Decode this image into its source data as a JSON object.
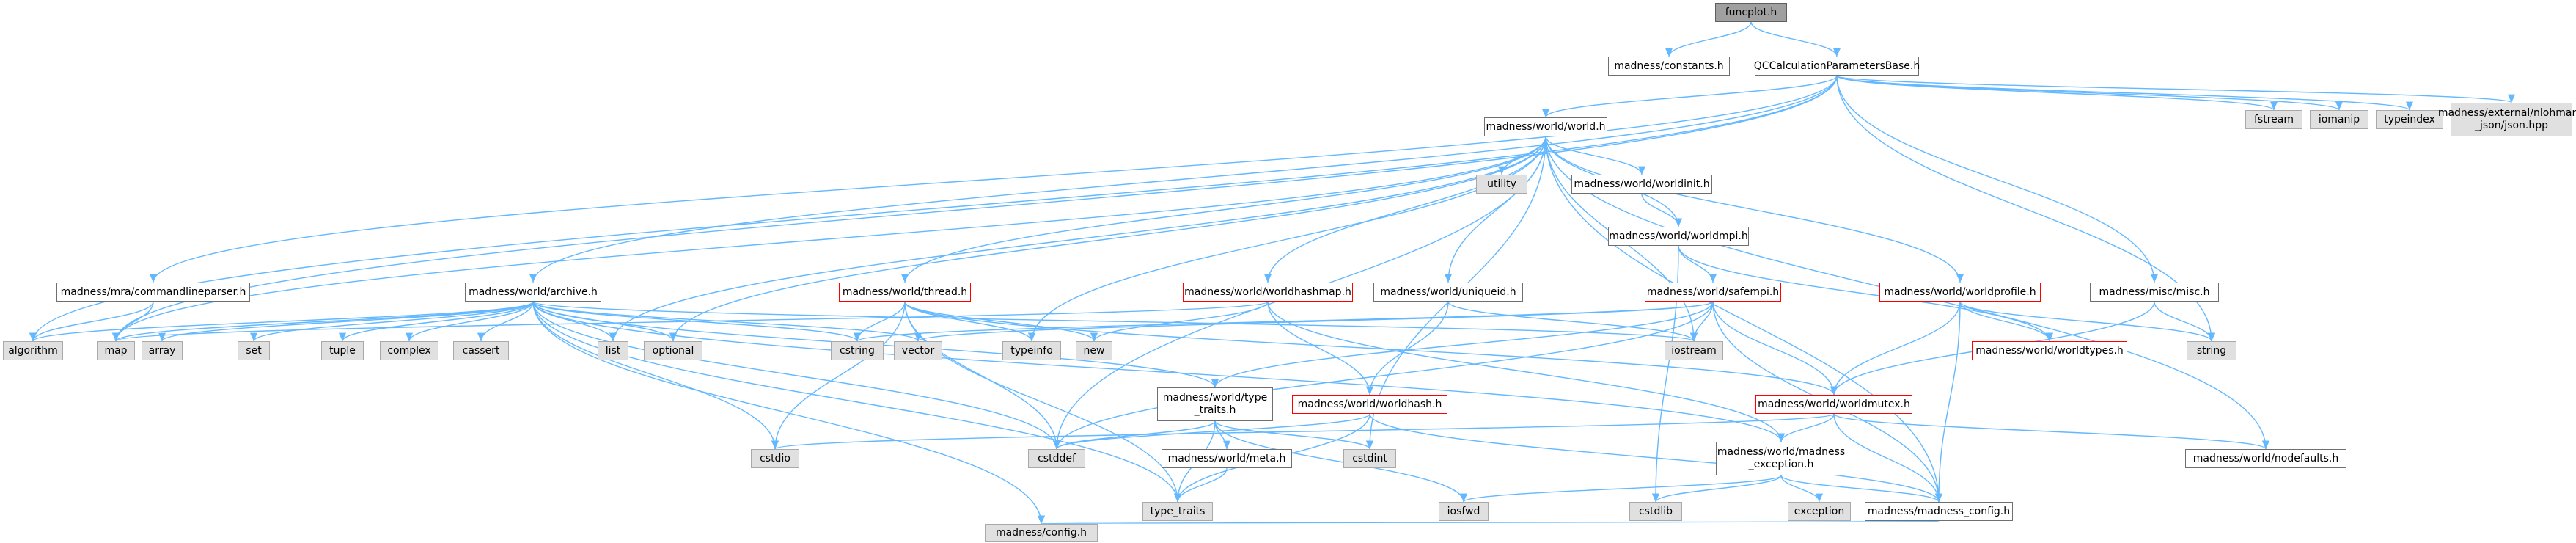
{
  "colors": {
    "edge": "#63b8ff",
    "local_border": "#6f6f6f",
    "system_fill": "#e0e0e0",
    "truncated_border": "#ff0000",
    "root_fill": "#a0a0a0"
  },
  "nodes": {
    "funcplot": "funcplot.h",
    "constants": "madness/constants.h",
    "qccalc": "QCCalculationParametersBase.h",
    "fstream": "fstream",
    "iomanip": "iomanip",
    "typeindex": "typeindex",
    "json": "madness/external/nlohmann\n_json/json.hpp",
    "world": "madness/world/world.h",
    "utility": "utility",
    "worldinit": "madness/world/worldinit.h",
    "worldmpi": "madness/world/worldmpi.h",
    "commandlineparser": "madness/mra/commandlineparser.h",
    "archive": "madness/world/archive.h",
    "thread": "madness/world/thread.h",
    "worldhashmap": "madness/world/worldhashmap.h",
    "uniqueid": "madness/world/uniqueid.h",
    "safempi": "madness/world/safempi.h",
    "worldprofile": "madness/world/worldprofile.h",
    "misc": "madness/misc/misc.h",
    "algorithm": "algorithm",
    "map": "map",
    "array": "array",
    "set": "set",
    "tuple": "tuple",
    "complex": "complex",
    "cassert": "cassert",
    "list": "list",
    "optional": "optional",
    "cstring": "cstring",
    "vector": "vector",
    "typeinfo": "typeinfo",
    "new": "new",
    "iostream": "iostream",
    "worldtypes": "madness/world/worldtypes.h",
    "string": "string",
    "type_traits_h": "madness/world/type\n_traits.h",
    "worldhash": "madness/world/worldhash.h",
    "worldmutex": "madness/world/worldmutex.h",
    "cstdio": "cstdio",
    "cstddef": "cstddef",
    "cstdint": "cstdint",
    "meta": "madness/world/meta.h",
    "madness_exception": "madness/world/madness\n_exception.h",
    "nodefaults": "madness/world/nodefaults.h",
    "type_traits": "type_traits",
    "iosfwd": "iosfwd",
    "cstdlib": "cstdlib",
    "exception": "exception",
    "madness_config": "madness/madness_config.h",
    "config": "madness/config.h"
  },
  "edges": [
    [
      "funcplot",
      "constants"
    ],
    [
      "funcplot",
      "qccalc"
    ],
    [
      "qccalc",
      "fstream"
    ],
    [
      "qccalc",
      "iomanip"
    ],
    [
      "qccalc",
      "typeindex"
    ],
    [
      "qccalc",
      "json"
    ],
    [
      "qccalc",
      "world"
    ],
    [
      "qccalc",
      "commandlineparser"
    ],
    [
      "qccalc",
      "archive"
    ],
    [
      "qccalc",
      "misc"
    ],
    [
      "qccalc",
      "algorithm"
    ],
    [
      "qccalc",
      "map"
    ],
    [
      "qccalc",
      "string"
    ],
    [
      "world",
      "utility"
    ],
    [
      "world",
      "worldinit"
    ],
    [
      "world",
      "worldmpi"
    ],
    [
      "world",
      "thread"
    ],
    [
      "world",
      "worldhashmap"
    ],
    [
      "world",
      "uniqueid"
    ],
    [
      "world",
      "worldprofile"
    ],
    [
      "world",
      "list"
    ],
    [
      "world",
      "optional"
    ],
    [
      "world",
      "typeinfo"
    ],
    [
      "world",
      "iostream"
    ],
    [
      "world",
      "cstddef"
    ],
    [
      "world",
      "cstdint"
    ],
    [
      "world",
      "madness_config"
    ],
    [
      "world",
      "nodefaults"
    ],
    [
      "world",
      "map"
    ],
    [
      "worldinit",
      "worldmpi"
    ],
    [
      "worldmpi",
      "safempi"
    ],
    [
      "worldmpi",
      "worldtypes"
    ],
    [
      "worldmpi",
      "cstdlib"
    ],
    [
      "commandlineparser",
      "algorithm"
    ],
    [
      "commandlineparser",
      "map"
    ],
    [
      "archive",
      "algorithm"
    ],
    [
      "archive",
      "map"
    ],
    [
      "archive",
      "array"
    ],
    [
      "archive",
      "set"
    ],
    [
      "archive",
      "tuple"
    ],
    [
      "archive",
      "complex"
    ],
    [
      "archive",
      "cassert"
    ],
    [
      "archive",
      "list"
    ],
    [
      "archive",
      "optional"
    ],
    [
      "archive",
      "cstring"
    ],
    [
      "archive",
      "vector"
    ],
    [
      "archive",
      "iostream"
    ],
    [
      "archive",
      "type_traits_h"
    ],
    [
      "archive",
      "madness_exception"
    ],
    [
      "archive",
      "cstdio"
    ],
    [
      "archive",
      "cstddef"
    ],
    [
      "archive",
      "type_traits"
    ],
    [
      "archive",
      "config"
    ],
    [
      "thread",
      "cstring"
    ],
    [
      "thread",
      "typeinfo"
    ],
    [
      "thread",
      "new"
    ],
    [
      "thread",
      "cstddef"
    ],
    [
      "thread",
      "cstdio"
    ],
    [
      "thread",
      "type_traits"
    ],
    [
      "thread",
      "worldmutex"
    ],
    [
      "worldhashmap",
      "worldhash"
    ],
    [
      "worldhashmap",
      "new"
    ],
    [
      "worldhashmap",
      "madness_exception"
    ],
    [
      "worldhashmap",
      "map"
    ],
    [
      "uniqueid",
      "worldhash"
    ],
    [
      "uniqueid",
      "iostream"
    ],
    [
      "safempi",
      "iostream"
    ],
    [
      "safempi",
      "worldmutex"
    ],
    [
      "safempi",
      "type_traits_h"
    ],
    [
      "safempi",
      "cstring"
    ],
    [
      "safempi",
      "vector"
    ],
    [
      "safempi",
      "madness_config"
    ],
    [
      "safempi",
      "cstddef"
    ],
    [
      "worldprofile",
      "worldtypes"
    ],
    [
      "worldprofile",
      "worldmutex"
    ],
    [
      "worldprofile",
      "madness_config"
    ],
    [
      "worldprofile",
      "string"
    ],
    [
      "misc",
      "string"
    ],
    [
      "misc",
      "worldmutex"
    ],
    [
      "type_traits_h",
      "cstddef"
    ],
    [
      "type_traits_h",
      "cstdint"
    ],
    [
      "type_traits_h",
      "meta"
    ],
    [
      "type_traits_h",
      "iosfwd"
    ],
    [
      "type_traits_h",
      "type_traits"
    ],
    [
      "worldhash",
      "cstddef"
    ],
    [
      "worldhash",
      "type_traits"
    ],
    [
      "worldhash",
      "madness_config"
    ],
    [
      "worldmutex",
      "madness_exception"
    ],
    [
      "worldmutex",
      "madness_config"
    ],
    [
      "worldmutex",
      "nodefaults"
    ],
    [
      "worldmutex",
      "cstdio"
    ],
    [
      "meta",
      "type_traits"
    ],
    [
      "madness_exception",
      "iosfwd"
    ],
    [
      "madness_exception",
      "cstdlib"
    ],
    [
      "madness_exception",
      "exception"
    ],
    [
      "madness_exception",
      "madness_config"
    ],
    [
      "madness_config",
      "config"
    ]
  ]
}
